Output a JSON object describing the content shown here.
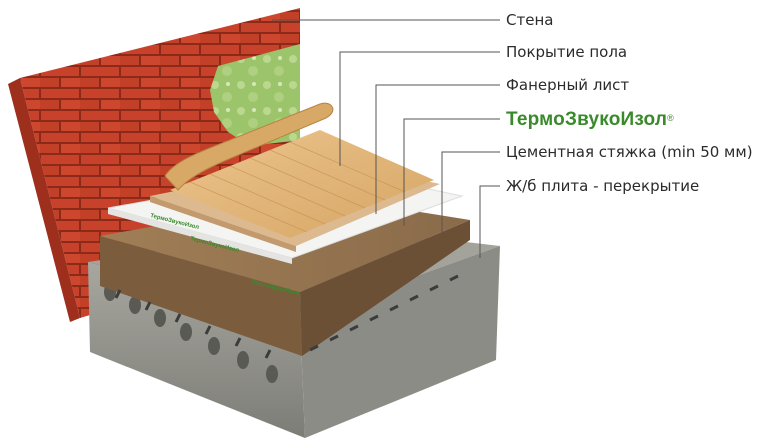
{
  "labels": {
    "wall": "Стена",
    "floor_covering": "Покрытие пола",
    "plywood": "Фанерный лист",
    "screed": "Цементная стяжка (min 50 мм)",
    "slab": "Ж/б плита - перекрытие"
  },
  "brand": {
    "name": "ТермоЗвукоИзол",
    "mark": "®",
    "printed_on_membrane": "ТермоЗвукоИзол"
  },
  "colors": {
    "brick": "#c8412a",
    "mortar": "#8c2a1a",
    "wallpaper": "#9cc46a",
    "parquet": "#e0b57a",
    "plywood": "#d8b48a",
    "membrane": "#f4f4f2",
    "screed": "#8a6b4a",
    "concrete": "#9a9a94",
    "brand_green": "#3a8a2c",
    "leader_line": "#555555"
  },
  "icons": [
    "wall-icon",
    "parquet-icon",
    "plywood-icon",
    "membrane-icon",
    "screed-icon",
    "slab-icon"
  ]
}
